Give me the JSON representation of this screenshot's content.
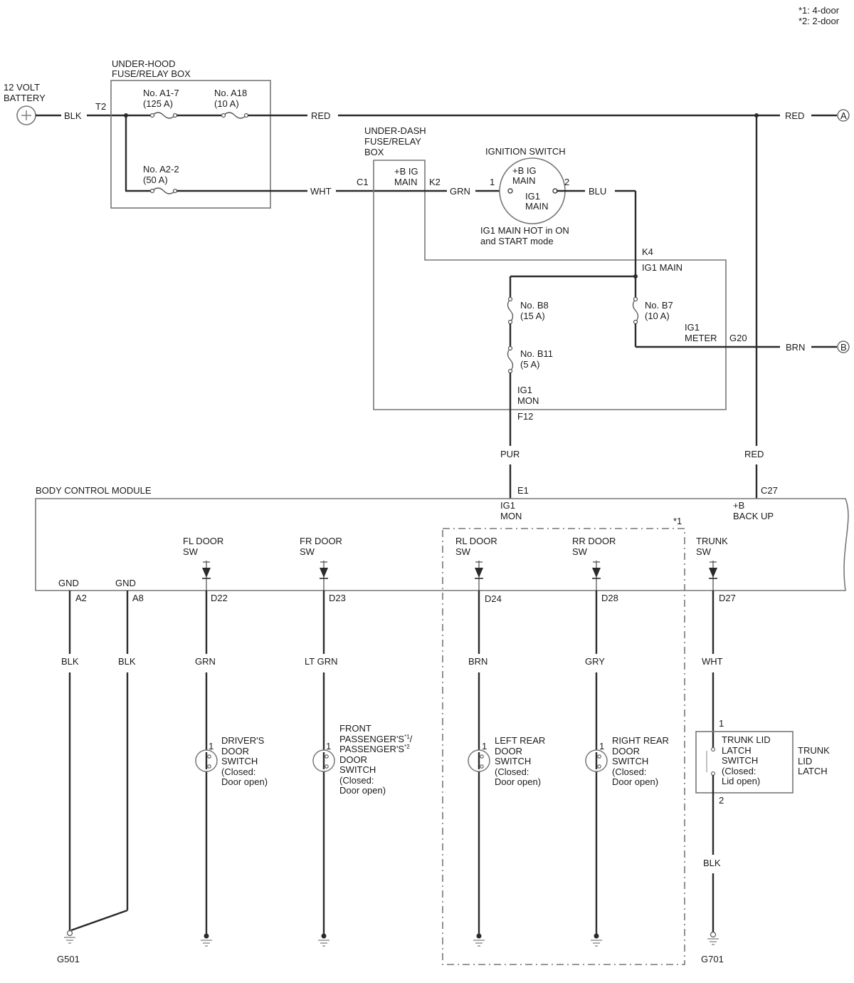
{
  "notes": [
    "*1: 4-door",
    "*2: 2-door"
  ],
  "battery": [
    "12 VOLT",
    "BATTERY"
  ],
  "underhood_box": [
    "UNDER-HOOD",
    "FUSE/RELAY BOX"
  ],
  "underdash_box": [
    "UNDER-DASH",
    "FUSE/RELAY",
    "BOX"
  ],
  "fuses": {
    "a1_7": [
      "No. A1-7",
      "(125 A)"
    ],
    "a18": [
      "No. A18",
      "(10 A)"
    ],
    "a2_2": [
      "No. A2-2",
      "(50 A)"
    ],
    "b8": [
      "No. B8",
      "(15 A)"
    ],
    "b7": [
      "No. B7",
      "(10 A)"
    ],
    "b11": [
      "No. B11",
      "(5 A)"
    ]
  },
  "ignition": {
    "title": "IGNITION SWITCH",
    "bplus": [
      "+B IG",
      "MAIN"
    ],
    "ig1": [
      "IG1",
      "MAIN"
    ],
    "note": [
      "IG1 MAIN HOT in ON",
      "and START mode"
    ],
    "pin1": "1",
    "pin2": "2"
  },
  "wires": {
    "blk": "BLK",
    "red": "RED",
    "wht": "WHT",
    "grn": "GRN",
    "blu": "BLU",
    "brn": "BRN",
    "pur": "PUR",
    "ltgrn": "LT GRN",
    "gry": "GRY"
  },
  "connectors": {
    "t2": "T2",
    "c1": "C1",
    "k2": "K2",
    "k4": "K4",
    "g20": "G20",
    "f12": "F12",
    "e1": "E1",
    "c27": "C27",
    "a2": "A2",
    "a8": "A8",
    "d22": "D22",
    "d23": "D23",
    "d24": "D24",
    "d28": "D28",
    "d27": "D27"
  },
  "ud_labels": {
    "bplus_ig_main": [
      "+B IG",
      "MAIN"
    ],
    "ig1_main": "IG1 MAIN",
    "ig1_meter": [
      "IG1",
      "METER"
    ],
    "ig1_mon": [
      "IG1",
      "MON"
    ]
  },
  "refs": {
    "a": "A",
    "b": "B"
  },
  "bcm": {
    "title": "BODY CONTROL MODULE",
    "ig1_mon": [
      "IG1",
      "MON"
    ],
    "bplus": [
      "+B",
      "BACK UP"
    ],
    "gnd": "GND",
    "star1": "*1"
  },
  "switch_inputs": {
    "fl": [
      "FL DOOR",
      "SW"
    ],
    "fr": [
      "FR DOOR",
      "SW"
    ],
    "rl": [
      "RL DOOR",
      "SW"
    ],
    "rr": [
      "RR DOOR",
      "SW"
    ],
    "trunk": [
      "TRUNK",
      "SW"
    ]
  },
  "switches": {
    "driver": [
      "DRIVER'S",
      "DOOR",
      "SWITCH",
      "(Closed:",
      "Door open)"
    ],
    "front_pass": {
      "l1": "FRONT",
      "l2a": "PASSENGER'S",
      "l2s": "*1",
      "l2b": "/",
      "l3a": "PASSENGER'S",
      "l3s": "*2",
      "rest": [
        "DOOR",
        "SWITCH",
        "(Closed:",
        "Door open)"
      ]
    },
    "left_rear": [
      "LEFT REAR",
      "DOOR",
      "SWITCH",
      "(Closed:",
      "Door open)"
    ],
    "right_rear": [
      "RIGHT REAR",
      "DOOR",
      "SWITCH",
      "(Closed:",
      "Door open)"
    ],
    "trunk_lid": [
      "TRUNK LID",
      "LATCH",
      "SWITCH",
      "(Closed:",
      "Lid open)"
    ],
    "trunk_latch": [
      "TRUNK",
      "LID",
      "LATCH"
    ],
    "pin1": "1",
    "pin2": "2"
  },
  "grounds": {
    "g501": "G501",
    "g701": "G701"
  }
}
